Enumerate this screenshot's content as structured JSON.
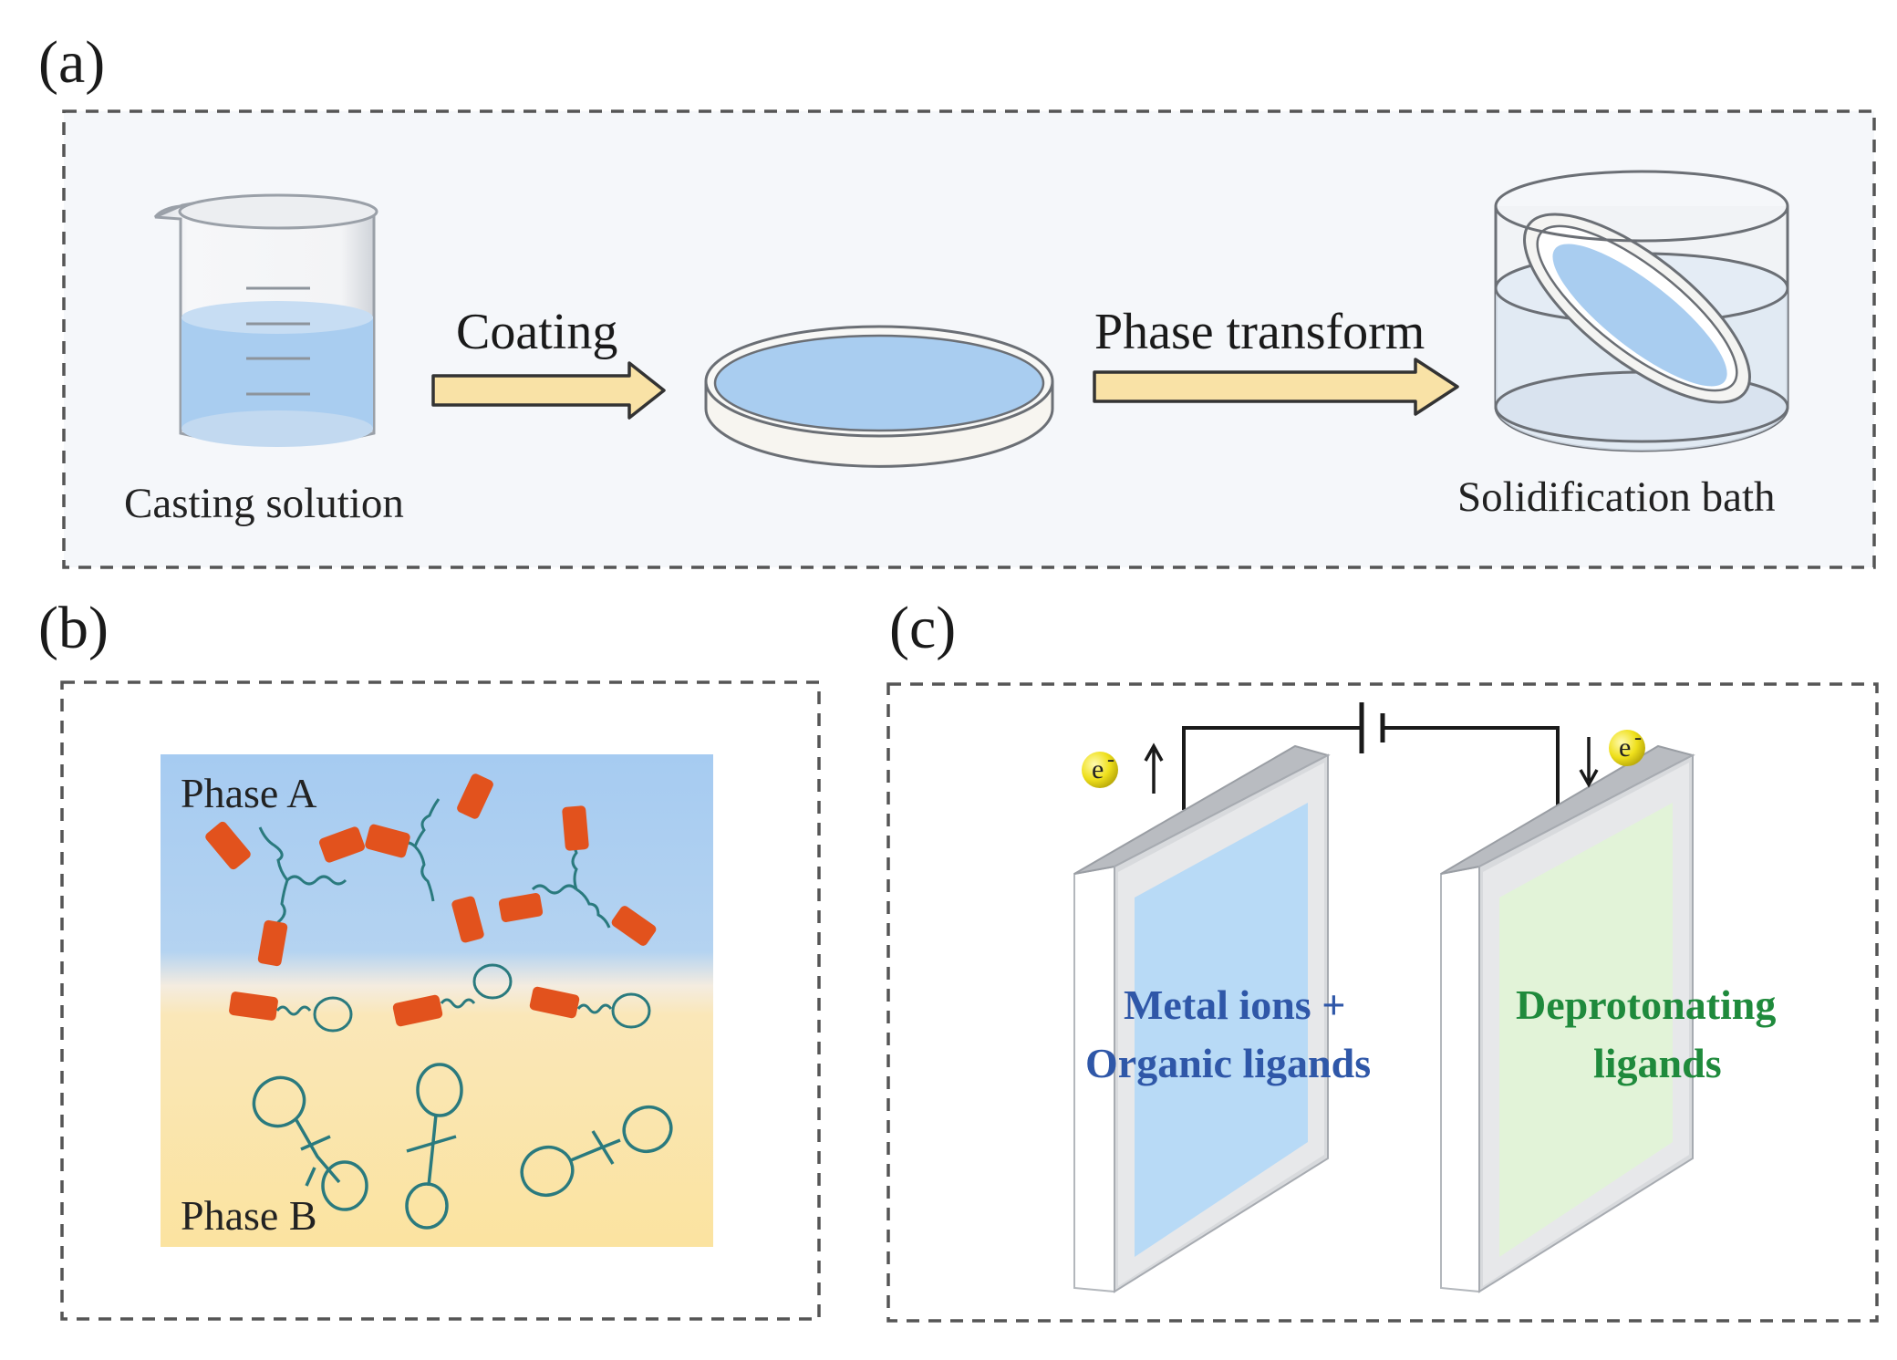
{
  "panel_a": {
    "label": "(a)",
    "step1_caption": "Casting solution",
    "arrow1_label": "Coating",
    "arrow2_label": "Phase transform",
    "step3_caption": "Solidification bath"
  },
  "panel_b": {
    "label": "(b)",
    "phase_a": "Phase A",
    "phase_b": "Phase B"
  },
  "panel_c": {
    "label": "(c)",
    "electron": "e",
    "electron_sup": "-",
    "left_electrode_line1": "Metal ions +",
    "left_electrode_line2": "Organic ligands",
    "right_electrode_line1": "Deprotonating",
    "right_electrode_line2": "ligands"
  },
  "colors": {
    "panel_bg": "#f5f7fa",
    "solution_blue": "#a9cdf0",
    "arrow_fill": "#f9e2a6",
    "surfactant_head": "#e2521d",
    "chain_teal": "#2a7a7e",
    "phase_a_blue": "#a9cdf2",
    "phase_b_yellow": "#fbe4a2",
    "electrode_blue": "#b8daf6",
    "electrode_green": "#e2f3d8",
    "electron_yellow": "#f0e220"
  }
}
